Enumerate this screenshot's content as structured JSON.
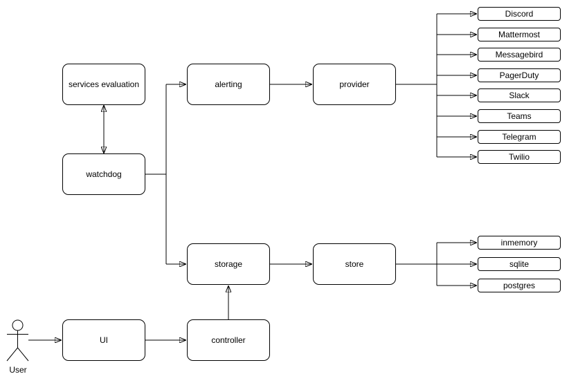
{
  "diagram": {
    "nodes": {
      "services_evaluation": "services evaluation",
      "watchdog": "watchdog",
      "alerting": "alerting",
      "provider": "provider",
      "storage": "storage",
      "store": "store",
      "ui": "UI",
      "controller": "controller"
    },
    "providers": [
      "Discord",
      "Mattermost",
      "Messagebird",
      "PagerDuty",
      "Slack",
      "Teams",
      "Telegram",
      "Twilio"
    ],
    "stores": [
      "inmemory",
      "sqlite",
      "postgres"
    ],
    "actor": {
      "label": "User"
    },
    "colors": {
      "stroke": "#000000",
      "fill": "#ffffff",
      "background": "#ffffff"
    }
  }
}
